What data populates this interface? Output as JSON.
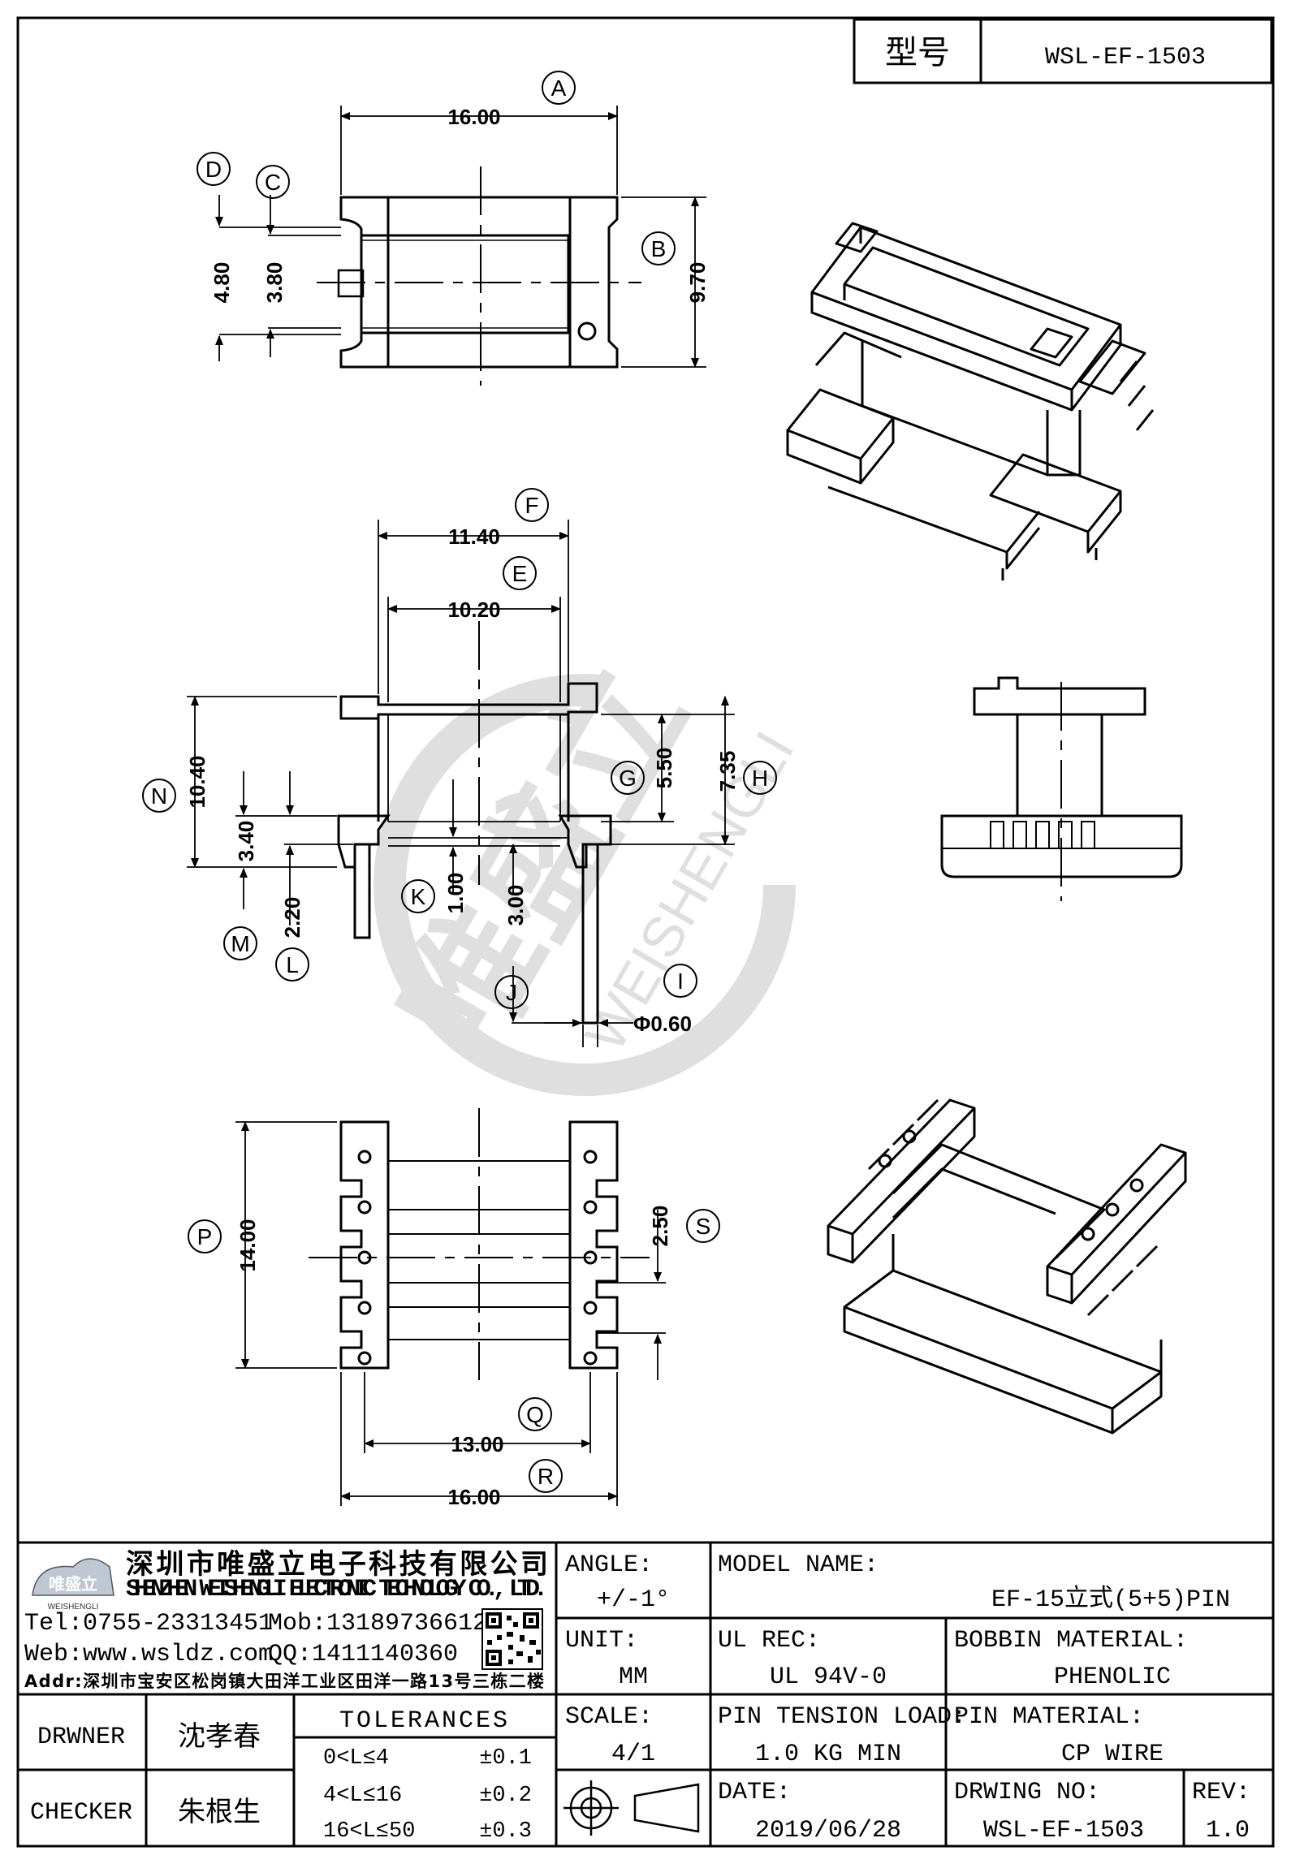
{
  "header": {
    "type_label": "型号",
    "type_value": "WSL-EF-1503"
  },
  "views": {
    "top": {
      "A": {
        "tag": "A",
        "value": "16.00"
      },
      "B": {
        "tag": "B",
        "value": "9.70"
      },
      "C": {
        "tag": "C",
        "value": "3.80"
      },
      "D": {
        "tag": "D",
        "value": "4.80"
      }
    },
    "front": {
      "F": {
        "tag": "F",
        "value": "11.40"
      },
      "E": {
        "tag": "E",
        "value": "10.20"
      },
      "N": {
        "tag": "N",
        "value": "10.40"
      },
      "M": {
        "tag": "M",
        "value": "3.40"
      },
      "L": {
        "tag": "L",
        "value": "2.20"
      },
      "K": {
        "tag": "K",
        "value": "1.00"
      },
      "J": {
        "tag": "J",
        "value": "3.00"
      },
      "G": {
        "tag": "G",
        "value": "5.50"
      },
      "H": {
        "tag": "H",
        "value": "7.35"
      },
      "I": {
        "tag": "I",
        "value": "Φ0.60"
      }
    },
    "bottom": {
      "P": {
        "tag": "P",
        "value": "14.00"
      },
      "S": {
        "tag": "S",
        "value": "2.50"
      },
      "Q": {
        "tag": "Q",
        "value": "13.00"
      },
      "R": {
        "tag": "R",
        "value": "16.00"
      }
    }
  },
  "watermark": {
    "brand": "唯盛立",
    "sub": "WEISHENGLI"
  },
  "title_block": {
    "company_cn": "深圳市唯盛立电子科技有限公司",
    "company_en": "SHENZHEN WEISHENGLI ELECTRONIC TECHNOLOGY CO., LTD.",
    "logo_text": "唯盛立",
    "logo_sub": "WEISHENGLI",
    "tel": "Tel:0755-23313451",
    "mob": "Mob:13189736612",
    "web": "Web:www.wsldz.com",
    "qq": "QQ:1411140360",
    "addr": "Addr:深圳市宝安区松岗镇大田洋工业区田洋一路13号三栋二楼",
    "angle_label": "ANGLE:",
    "angle_value": "+/-1°",
    "model_label": "MODEL NAME:",
    "model_value": "EF-15立式(5+5)PIN",
    "unit_label": "UNIT:",
    "unit_value": "MM",
    "ul_label": "UL REC:",
    "ul_value": "UL 94V-0",
    "bobbin_label": "BOBBIN MATERIAL:",
    "bobbin_value": "PHENOLIC",
    "drawer_label": "DRWNER",
    "drawer_value": "沈孝春",
    "tolerances_label": "TOLERANCES",
    "tol_rows": [
      {
        "range": "0<L≤4",
        "tol": "±0.1"
      },
      {
        "range": "4<L≤16",
        "tol": "±0.2"
      },
      {
        "range": "16<L≤50",
        "tol": "±0.3"
      }
    ],
    "scale_label": "SCALE:",
    "scale_value": "4/1",
    "pin_tension_label": "PIN TENSION LOAD:",
    "pin_tension_value": "1.0 KG MIN",
    "pin_material_label": "PIN MATERIAL:",
    "pin_material_value": "CP WIRE",
    "checker_label": "CHECKER",
    "checker_value": "朱根生",
    "date_label": "DATE:",
    "date_value": "2019/06/28",
    "drawing_no_label": "DRWING NO:",
    "drawing_no_value": "WSL-EF-1503",
    "rev_label": "REV:",
    "rev_value": "1.0"
  }
}
